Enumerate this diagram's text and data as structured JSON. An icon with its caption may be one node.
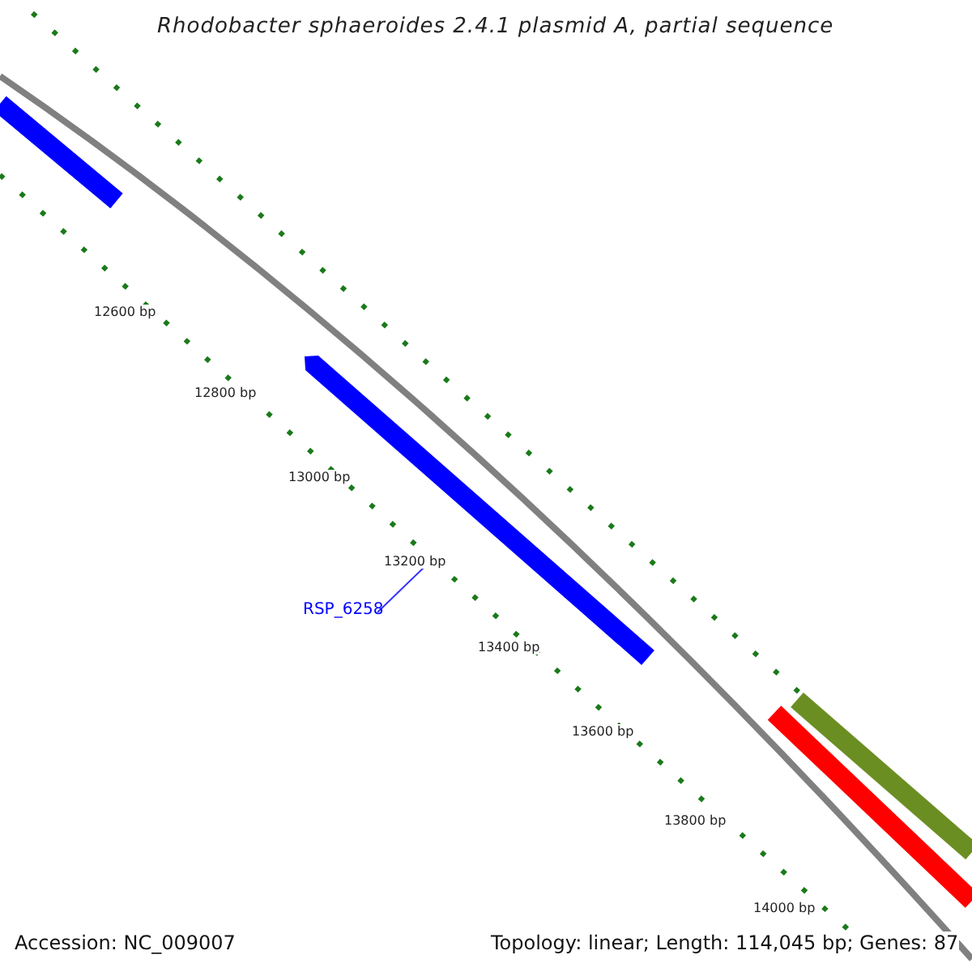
{
  "diagram": {
    "title": "Rhodobacter sphaeroides 2.4.1 plasmid A, partial sequence",
    "nodes": [
      {
        "text": [
          "RSP_6258"
        ]
      },
      {
        "text": [],
        "shape": "bar"
      },
      {
        "text": [],
        "shape": "bar"
      },
      {
        "text": [],
        "shape": "bar"
      },
      {
        "text": [],
        "shape": "bar"
      }
    ],
    "edges": [
      {
        "from": 0,
        "to": 2,
        "arrow": "none"
      }
    ],
    "labels": [
      "12600 bp",
      "12800 bp",
      "13000 bp",
      "13200 bp",
      "13400 bp",
      "13600 bp",
      "13800 bp",
      "14000 bp",
      "Accession: NC_009007",
      "Topology: linear; Length: 114,045 bp; Genes: 87"
    ]
  }
}
